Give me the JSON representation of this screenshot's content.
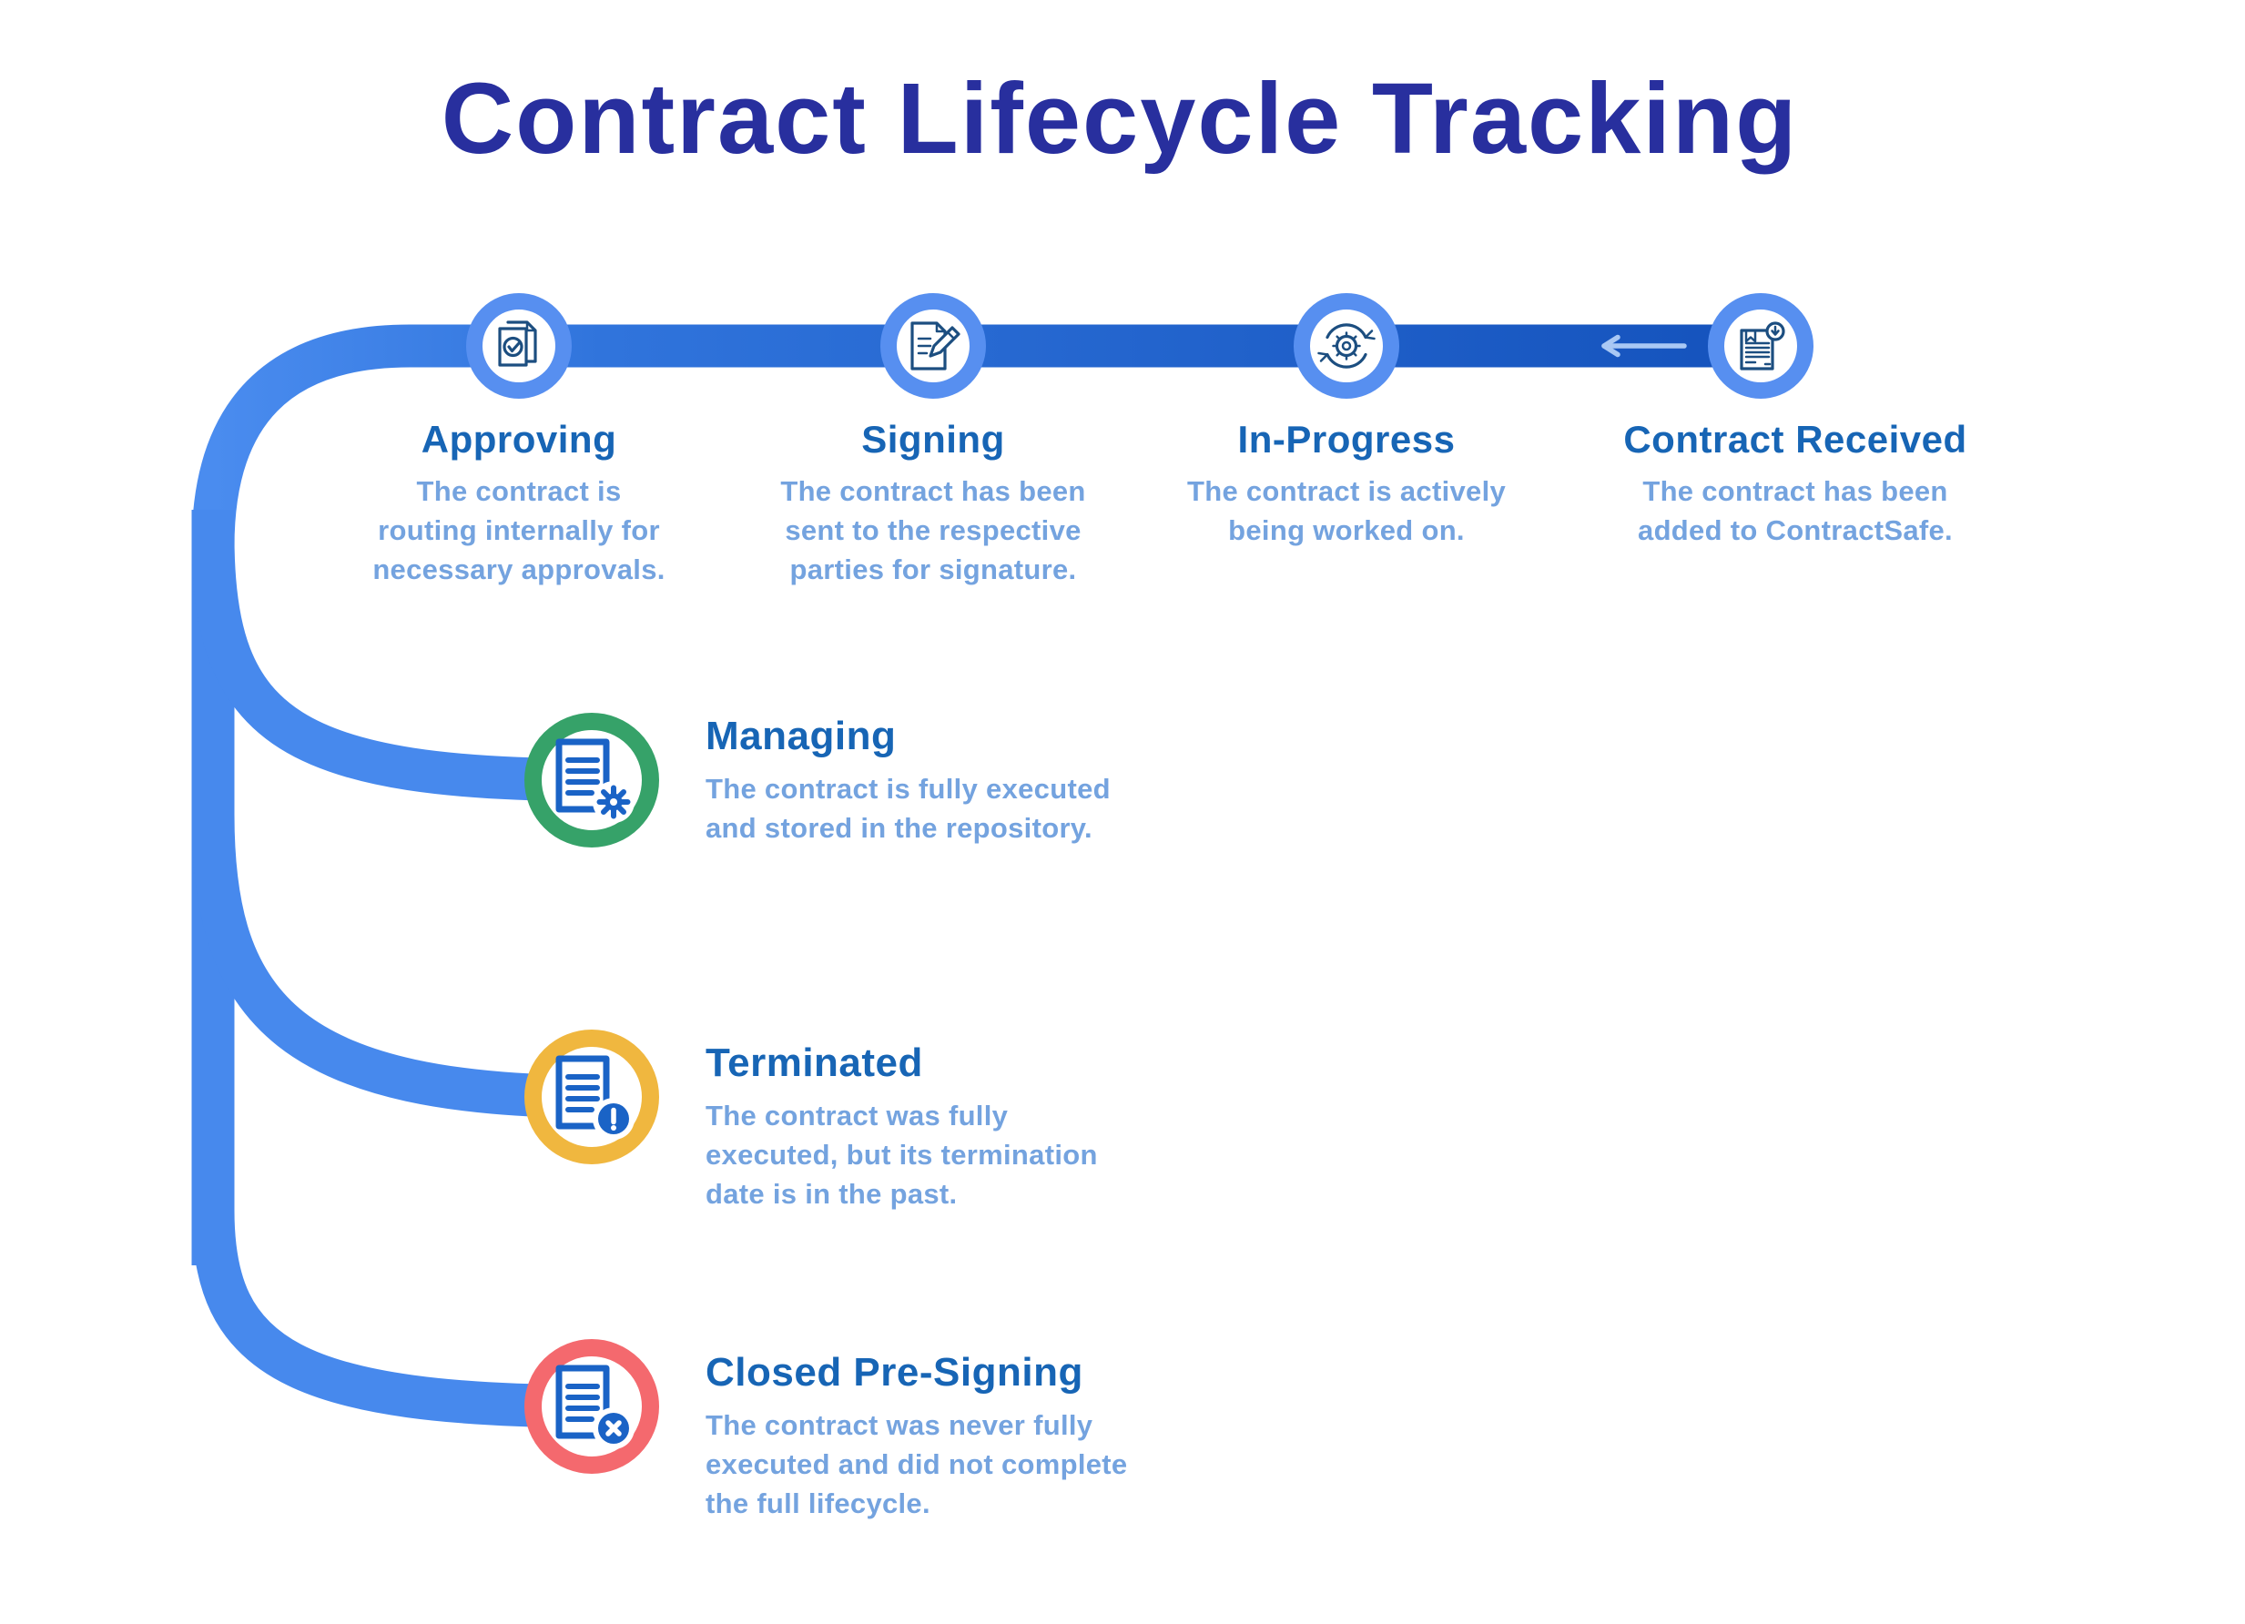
{
  "title": "Contract Lifecycle Tracking",
  "top_nodes": [
    {
      "label": "Approving",
      "icon": "doc-check-icon",
      "desc_lines": [
        "The contract is",
        "routing internally for",
        "necessary approvals."
      ]
    },
    {
      "label": "Signing",
      "icon": "doc-sign-icon",
      "desc_lines": [
        "The contract has been",
        "sent to the respective",
        "parties for signature."
      ]
    },
    {
      "label": "In-Progress",
      "icon": "sync-gear-icon",
      "desc_lines": [
        "The contract is actively",
        "being worked on."
      ]
    },
    {
      "label": "Contract Received",
      "icon": "doc-received-icon",
      "desc_lines": [
        "The contract has been",
        "added to ContractSafe."
      ]
    }
  ],
  "branch_nodes": [
    {
      "label": "Managing",
      "icon": "doc-gear-icon",
      "ring_color": "#36A269",
      "desc_lines": [
        "The contract is fully executed",
        "and stored in the repository."
      ]
    },
    {
      "label": "Terminated",
      "icon": "doc-alert-icon",
      "ring_color": "#F0B73F",
      "desc_lines": [
        "The contract was fully",
        "executed, but its termination",
        "date is in the past."
      ]
    },
    {
      "label": "Closed Pre-Signing",
      "icon": "doc-x-icon",
      "ring_color": "#F4696E",
      "desc_lines": [
        "The contract was never fully",
        "executed and did not complete",
        "the full lifecycle."
      ]
    }
  ],
  "colors": {
    "title": "#282F9E",
    "heading": "#1765B5",
    "body_text": "#74A3DF",
    "flow_light": "#4A8CEF",
    "flow_mid": "#3074DC",
    "flow_dark": "#1452BC",
    "branch_line": "#4789ED",
    "top_ring": "#578FF0",
    "ring_green": "#36A269",
    "ring_yellow": "#F0B73F",
    "ring_red": "#F4696E",
    "icon_stroke": "#1C4E80",
    "icon_fill": "#1A63C6",
    "back_arrow": "#A9C8F4"
  }
}
